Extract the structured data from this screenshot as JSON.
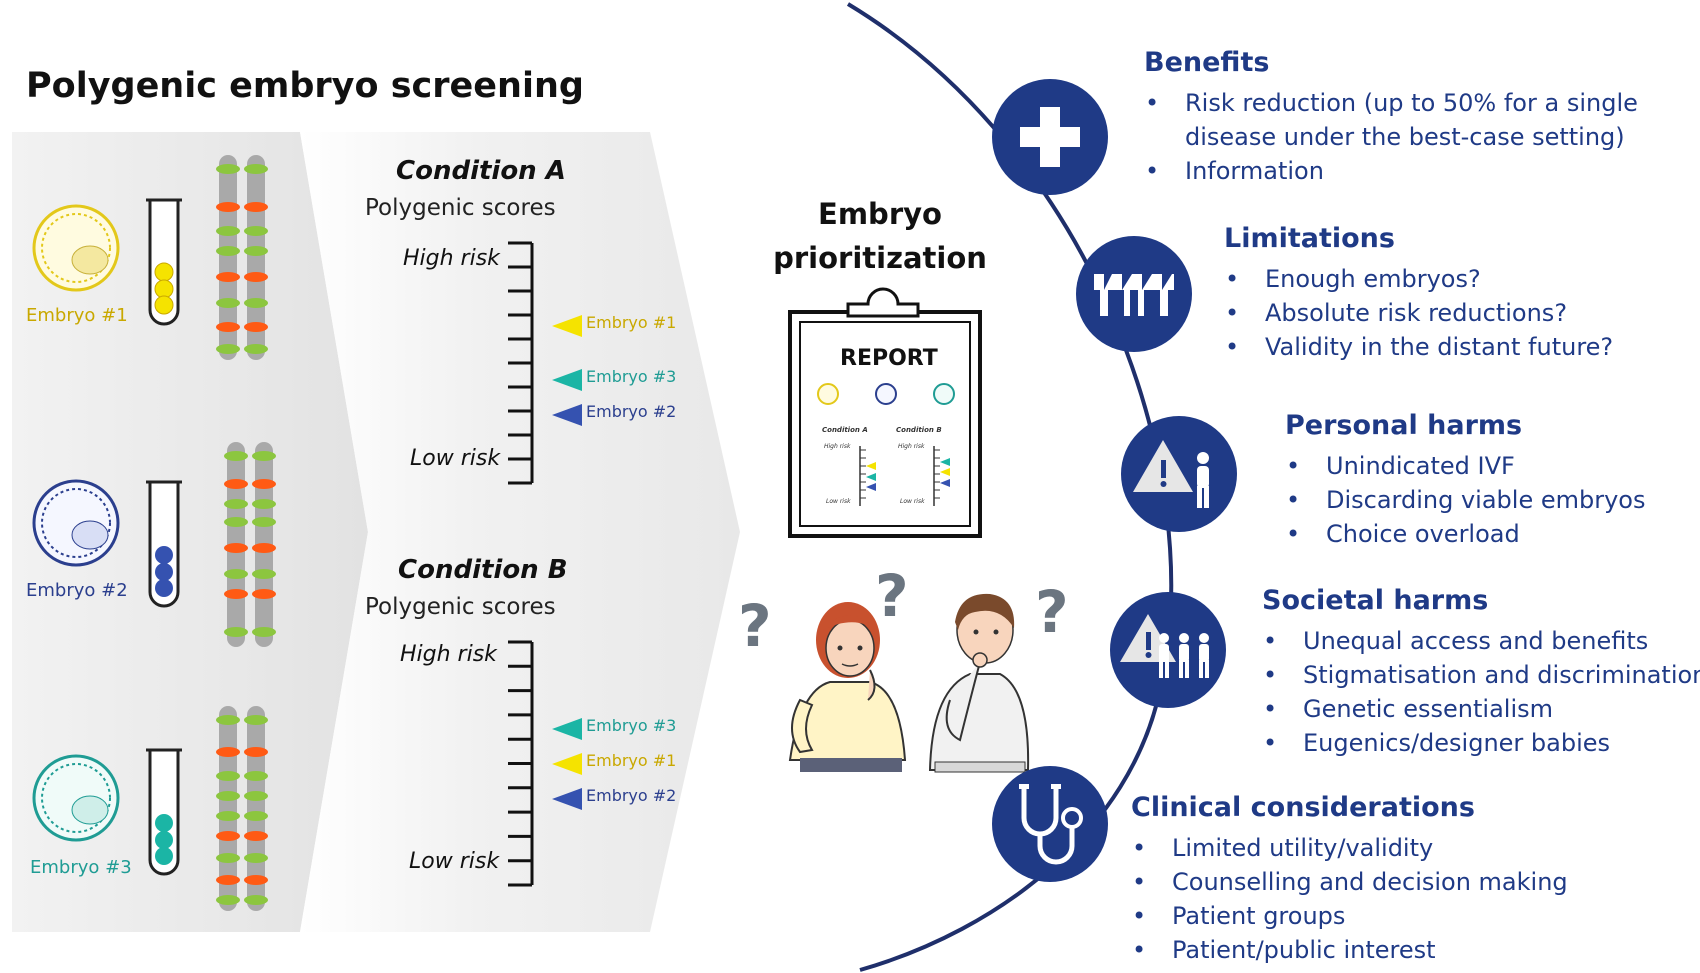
{
  "title": "Polygenic embryo screening",
  "embryos": [
    {
      "label": "Embryo  #1",
      "color": "#e3c81a"
    },
    {
      "label": "Embryo  #2",
      "color": "#2b3f8e"
    },
    {
      "label": "Embryo  #3",
      "color": "#1f9c94"
    }
  ],
  "conditions": [
    {
      "title": "Condition A",
      "subtitle": "Polygenic scores",
      "high": "High risk",
      "low": "Low risk",
      "markers": [
        {
          "label": "Embryo #1",
          "color": "#f5e300",
          "text_color": "#c9a800"
        },
        {
          "label": "Embryo #3",
          "color": "#1bb5a5",
          "text_color": "#1f9c94"
        },
        {
          "label": "Embryo #2",
          "color": "#3552b0",
          "text_color": "#2b3f8e"
        }
      ]
    },
    {
      "title": "Condition B",
      "subtitle": "Polygenic scores",
      "high": "High risk",
      "low": "Low risk",
      "markers": [
        {
          "label": "Embryo #3",
          "color": "#1bb5a5",
          "text_color": "#1f9c94"
        },
        {
          "label": "Embryo #1",
          "color": "#f5e300",
          "text_color": "#c9a800"
        },
        {
          "label": "Embryo #2",
          "color": "#3552b0",
          "text_color": "#2b3f8e"
        }
      ]
    }
  ],
  "prioritization": {
    "title": "Embryo prioritization",
    "report": "REPORT",
    "condition_a": "Condition A",
    "condition_b": "Condition B",
    "high": "High risk",
    "low": "Low risk"
  },
  "sections": [
    {
      "heading": "Benefits",
      "icon": "plus-icon",
      "items": [
        "Risk reduction (up to 50% for a single",
        "disease under the best-case setting)",
        "Information"
      ]
    },
    {
      "heading": "Limitations",
      "icon": "barrier-icon",
      "items": [
        "Enough embryos?",
        "Absolute risk reductions?",
        "Validity in the distant future?"
      ]
    },
    {
      "heading": "Personal harms",
      "icon": "warning-person-icon",
      "items": [
        "Unindicated IVF",
        "Discarding viable embryos",
        "Choice overload"
      ]
    },
    {
      "heading": "Societal harms",
      "icon": "warning-group-icon",
      "items": [
        "Unequal access and benefits",
        "Stigmatisation and discrimination",
        "Genetic essentialism",
        "Eugenics/designer  babies"
      ]
    },
    {
      "heading": "Clinical considerations",
      "icon": "stethoscope-icon",
      "items": [
        "Limited utility/validity",
        "Counselling and decision making",
        "Patient groups",
        "Patient/public interest"
      ]
    }
  ],
  "colors": {
    "navy": "#1f3a86",
    "chrom_grey": "#a9a9a9",
    "band_green": "#8cc63f",
    "band_orange": "#ff5a14"
  }
}
